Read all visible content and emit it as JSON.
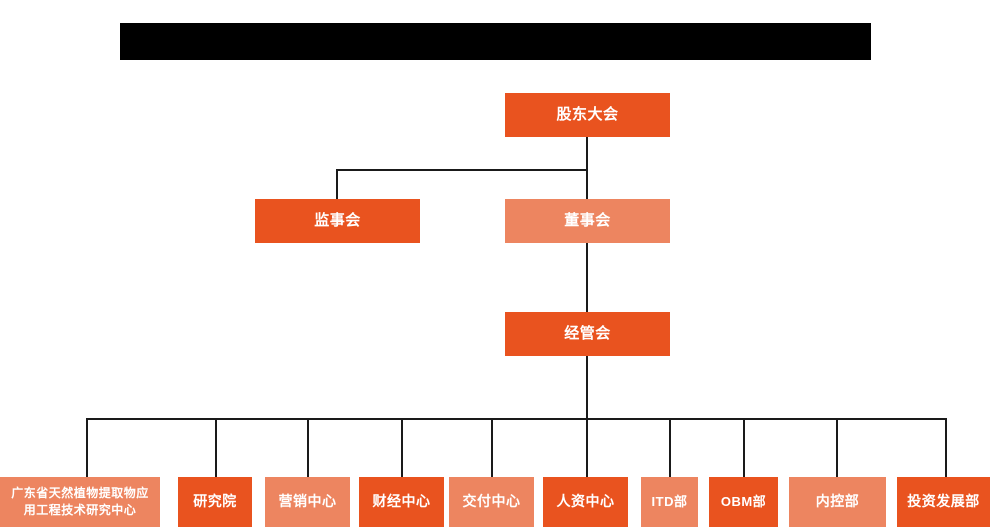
{
  "chart": {
    "type": "org-chart",
    "title_redacted": true,
    "colors": {
      "dark_orange": "#E9531F",
      "light_orange": "#ED8560",
      "connector": "#1a1a1a",
      "redaction": "#000000",
      "background": "#ffffff",
      "text": "#ffffff"
    },
    "levels": [
      {
        "level": 1,
        "nodes": [
          {
            "id": "shareholders",
            "label": "股东大会",
            "tone": "dark"
          }
        ]
      },
      {
        "level": 2,
        "nodes": [
          {
            "id": "supervisors",
            "label": "监事会",
            "tone": "dark"
          },
          {
            "id": "directors",
            "label": "董事会",
            "tone": "light"
          }
        ]
      },
      {
        "level": 3,
        "nodes": [
          {
            "id": "management",
            "label": "经管会",
            "tone": "dark"
          }
        ]
      },
      {
        "level": 4,
        "nodes": [
          {
            "id": "rnd-center-line1",
            "label": "广东省天然植物提取物应",
            "tone": "light"
          },
          {
            "id": "rnd-center-line2",
            "label": "用工程技术研究中心",
            "tone": "light"
          },
          {
            "id": "research-institute",
            "label": "研究院",
            "tone": "dark"
          },
          {
            "id": "marketing-center",
            "label": "营销中心",
            "tone": "light"
          },
          {
            "id": "finance-center",
            "label": "财经中心",
            "tone": "dark"
          },
          {
            "id": "delivery-center",
            "label": "交付中心",
            "tone": "light"
          },
          {
            "id": "hr-center",
            "label": "人资中心",
            "tone": "dark"
          },
          {
            "id": "itd-dept",
            "label": "ITD部",
            "tone": "light"
          },
          {
            "id": "obm-dept",
            "label": "OBM部",
            "tone": "dark"
          },
          {
            "id": "internal-control-dept",
            "label": "内控部",
            "tone": "light"
          },
          {
            "id": "investment-dev-dept",
            "label": "投资发展部",
            "tone": "dark"
          }
        ]
      }
    ]
  },
  "nodes": {
    "shareholders": "股东大会",
    "supervisors": "监事会",
    "directors": "董事会",
    "management": "经管会",
    "rnd_center_line1": "广东省天然植物提取物应",
    "rnd_center_line2": "用工程技术研究中心",
    "research_institute": "研究院",
    "marketing_center": "营销中心",
    "finance_center": "财经中心",
    "delivery_center": "交付中心",
    "hr_center": "人资中心",
    "itd_dept": "ITD部",
    "obm_dept": "OBM部",
    "internal_control_dept": "内控部",
    "investment_dev_dept": "投资发展部"
  }
}
